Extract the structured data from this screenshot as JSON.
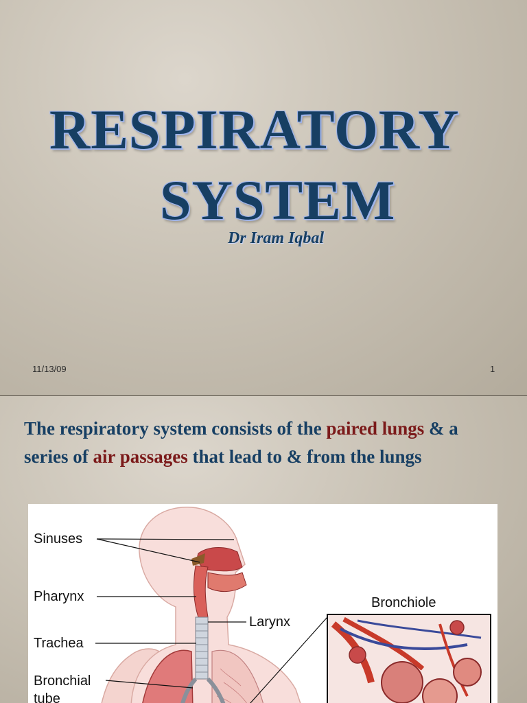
{
  "slide1": {
    "title_line1": "RESPIRATORY",
    "title_line2": "SYSTEM",
    "author": "Dr  Iram Iqbal",
    "date": "11/13/09",
    "page_number": "1"
  },
  "slide2": {
    "intro_parts": [
      "The respiratory system consists of the ",
      "paired lungs",
      " & a series of ",
      "air passages",
      " that lead to & from the lungs"
    ],
    "figure_labels": {
      "sinuses": "Sinuses",
      "pharynx": "Pharynx",
      "trachea": "Trachea",
      "bronchial1": "Bronchial",
      "bronchial2": "tube",
      "larynx": "Larynx",
      "bronchiole": "Bronchiole"
    }
  },
  "colors": {
    "title": "#173f63",
    "highlight": "#7b1a1a",
    "slide_bg": "#c9c2b5"
  }
}
